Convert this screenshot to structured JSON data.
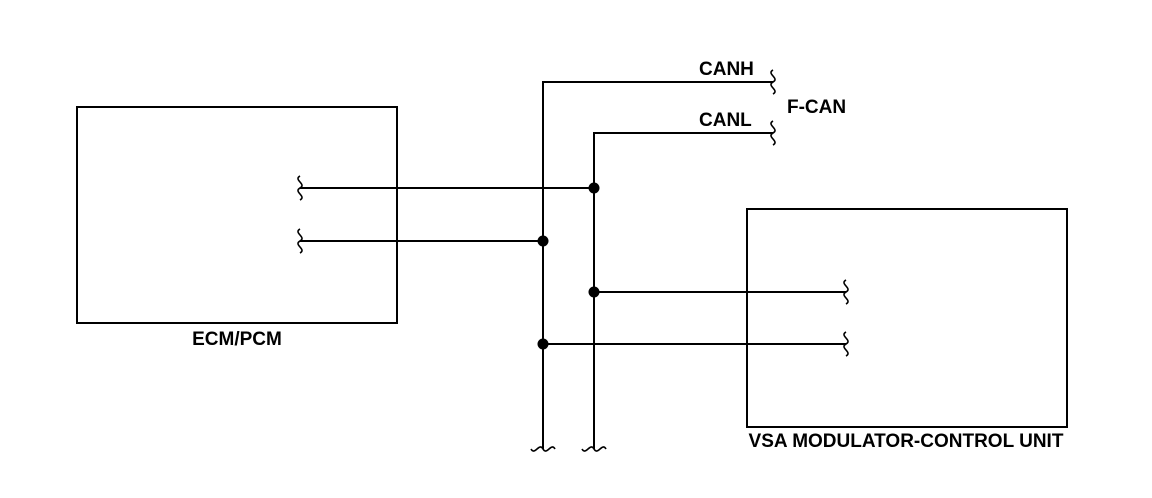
{
  "labels": {
    "ecm": "ECM/PCM",
    "vsa": "VSA MODULATOR-CONTROL UNIT",
    "canh": "CANH",
    "canl": "CANL",
    "fcan": "F-CAN"
  }
}
